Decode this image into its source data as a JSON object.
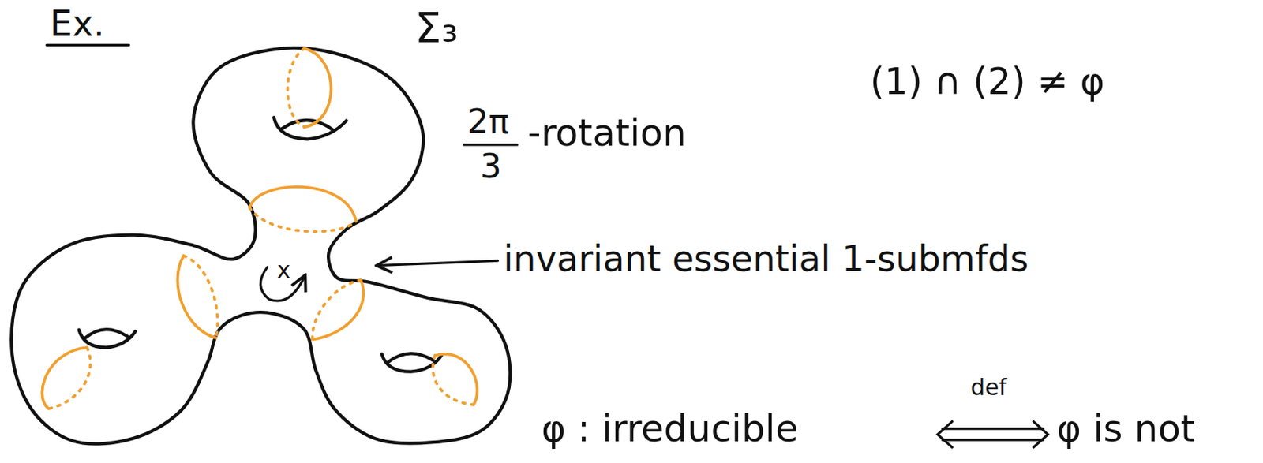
{
  "diagram": {
    "labels": [
      "Ex.",
      "Σ₃",
      "2π",
      "3",
      "-rotation",
      "(1) ∩ (2) ≠ φ",
      "x",
      "invariant essential 1-submfds",
      "φ : irreducible",
      "def",
      "φ is not"
    ]
  }
}
